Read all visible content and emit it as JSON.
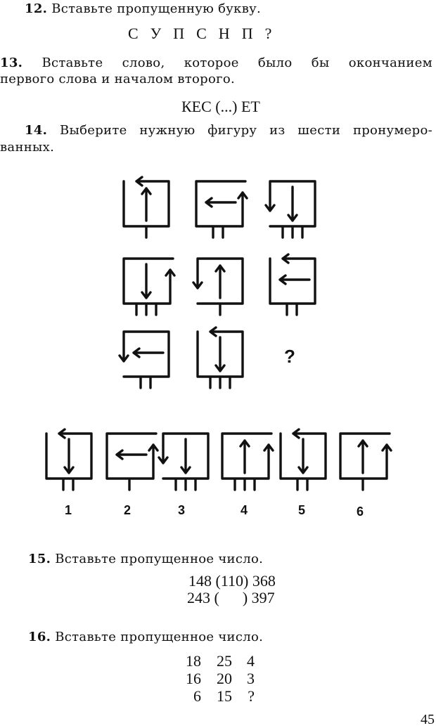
{
  "q12": {
    "number": "12.",
    "text": "Вставьте пропущенную букву.",
    "sequence": "С  У  П  С  Н  П  ?"
  },
  "q13": {
    "number": "13.",
    "line1": "Вставьте слово, которое было бы окончанием",
    "line2": "первого слова и началом второго.",
    "puzzle": "КЕС (...) ЕТ"
  },
  "q14": {
    "number": "14.",
    "line1": "Выберите нужную фигуру из шести пронумеро-",
    "line2": "ванных.",
    "missing_mark": "?",
    "options": [
      "1",
      "2",
      "3",
      "4",
      "5",
      "6"
    ]
  },
  "q15": {
    "number": "15.",
    "text": "Вставьте пропущенное число.",
    "row1": "148 (110) 368",
    "row2": "243 (      ) 397"
  },
  "q16": {
    "number": "16.",
    "text": "Вставьте пропущенное число.",
    "rows": [
      [
        "18",
        "25",
        "4"
      ],
      [
        "16",
        "20",
        "3"
      ],
      [
        "6",
        "15",
        "?"
      ]
    ]
  },
  "page_number": "45"
}
